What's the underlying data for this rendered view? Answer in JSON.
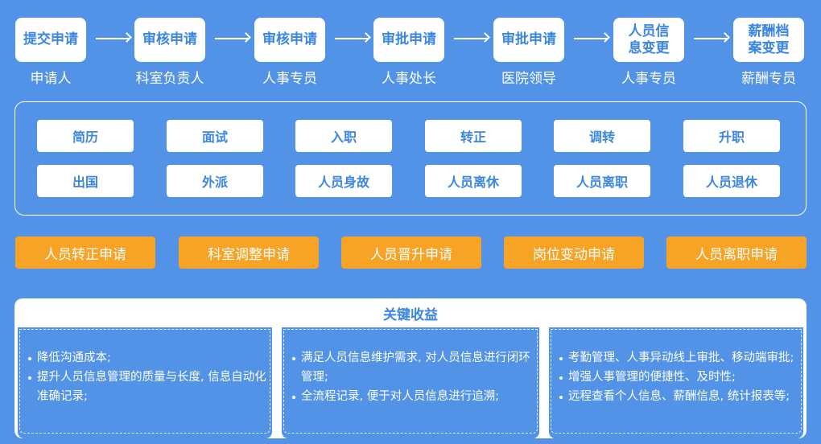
{
  "flow": {
    "steps": [
      {
        "action": "提交申请",
        "role": "申请人"
      },
      {
        "action": "审核申请",
        "role": "科室负责人"
      },
      {
        "action": "审核申请",
        "role": "人事专员"
      },
      {
        "action": "审批申请",
        "role": "人事处长"
      },
      {
        "action": "审批申请",
        "role": "医院领导"
      },
      {
        "action": "人员信息变更",
        "role": "人事专员"
      },
      {
        "action": "薪酬档案变更",
        "role": "薪酬专员"
      }
    ]
  },
  "types": [
    "简历",
    "面试",
    "入职",
    "转正",
    "调转",
    "升职",
    "出国",
    "外派",
    "人员身故",
    "人员离休",
    "人员离职",
    "人员退休"
  ],
  "applications": [
    "人员转正申请",
    "科室调整申请",
    "人员晋升申请",
    "岗位变动申请",
    "人员离职申请"
  ],
  "benefits": {
    "title": "关键收益",
    "columns": [
      [
        "降低沟通成本;",
        "提升人员信息管理的质量与长度, 信息自动化准确记录;"
      ],
      [
        "满足人员信息维护需求, 对人员信息进行闭环管理;",
        "全流程记录, 便于对人员信息进行追溯;"
      ],
      [
        "考勤管理、人事异动线上审批、移动端审批;",
        "增强人事管理的便捷性、及时性;",
        "远程查看个人信息、薪酬信息, 统计报表等;"
      ]
    ]
  },
  "colors": {
    "background": "#5293e8",
    "accent_blue": "#3b86e2",
    "accent_orange": "#f6a326"
  }
}
